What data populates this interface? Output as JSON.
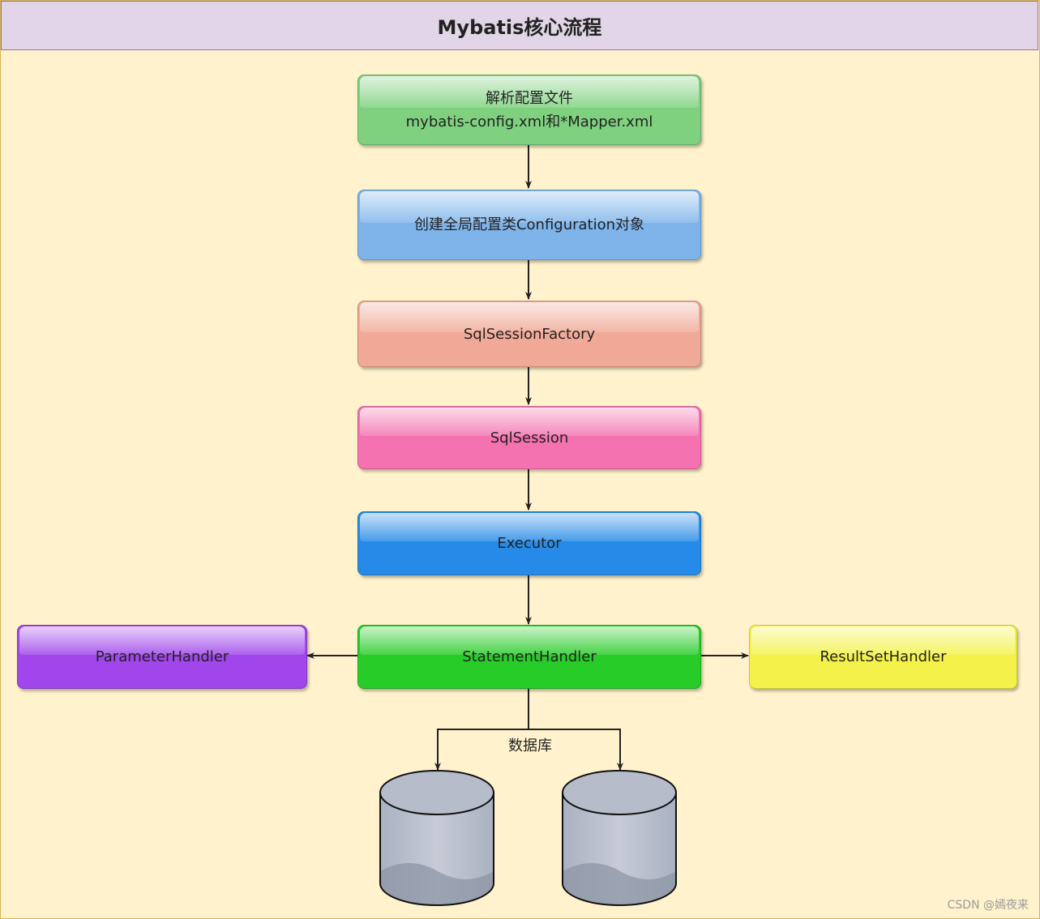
{
  "diagram": {
    "title": "Mybatis核心流程",
    "nodes": {
      "parse_config": {
        "line1": "解析配置文件",
        "line2": "mybatis-config.xml和*Mapper.xml",
        "color": "#7fd17f"
      },
      "create_configuration": {
        "label": "创建全局配置类Configuration对象",
        "color": "#7eb4ea"
      },
      "sql_session_factory": {
        "label": "SqlSessionFactory",
        "color": "#f0a996"
      },
      "sql_session": {
        "label": "SqlSession",
        "color": "#f472b0"
      },
      "executor": {
        "label": "Executor",
        "color": "#268be8"
      },
      "statement_handler": {
        "label": "StatementHandler",
        "color": "#28cc28"
      },
      "parameter_handler": {
        "label": "ParameterHandler",
        "color": "#a046ea"
      },
      "result_set_handler": {
        "label": "ResultSetHandler",
        "color": "#f4f24a"
      }
    },
    "database_label": "数据库",
    "watermark": "CSDN @嫣夜来"
  }
}
